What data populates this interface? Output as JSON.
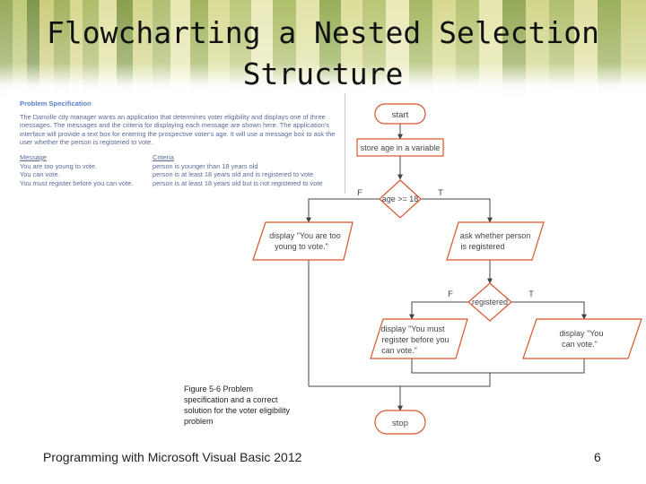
{
  "title_line1": "Flowcharting a Nested Selection",
  "title_line2": "Structure",
  "spec": {
    "heading": "Problem Specification",
    "body": "The Danville city manager wants an application that determines voter eligibility and displays one of three messages. The messages and the criteria for displaying each message are shown here. The application's interface will provide a text box for entering the prospective voter's age. It will use a message box to ask the user whether the person is registered to vote.",
    "message_header": "Message",
    "criteria_header": "Criteria",
    "messages": [
      "You are too young to vote.",
      "You can vote.",
      "You must register before you can vote."
    ],
    "criteria": [
      "person is younger than 18 years old",
      "person is at least 18 years old and is registered to vote",
      "person is at least 18 years old but is not registered to vote"
    ]
  },
  "flow": {
    "start": "start",
    "store": "store age in a variable",
    "cond1": "age >= 18",
    "cond1_false": "F",
    "cond1_true": "T",
    "too_young_1": "display \"You are too",
    "too_young_2": "young to vote.\"",
    "ask_1": "ask whether person",
    "ask_2": "is registered",
    "cond2": "registered",
    "cond2_false": "F",
    "cond2_true": "T",
    "must_1": "display \"You must",
    "must_2": "register before you",
    "must_3": "can vote.\"",
    "can_1": "display \"You",
    "can_2": "can vote.\"",
    "stop": "stop"
  },
  "caption": "Figure 5-6 Problem specification and a correct solution for the voter eligibility problem",
  "footer": "Programming with Microsoft Visual Basic 2012",
  "page_number": "6",
  "colors": {
    "flow_shape": "#d9542b",
    "line": "#444444",
    "spec_heading": "#5a7fc8",
    "spec_text": "#5a6a98"
  }
}
